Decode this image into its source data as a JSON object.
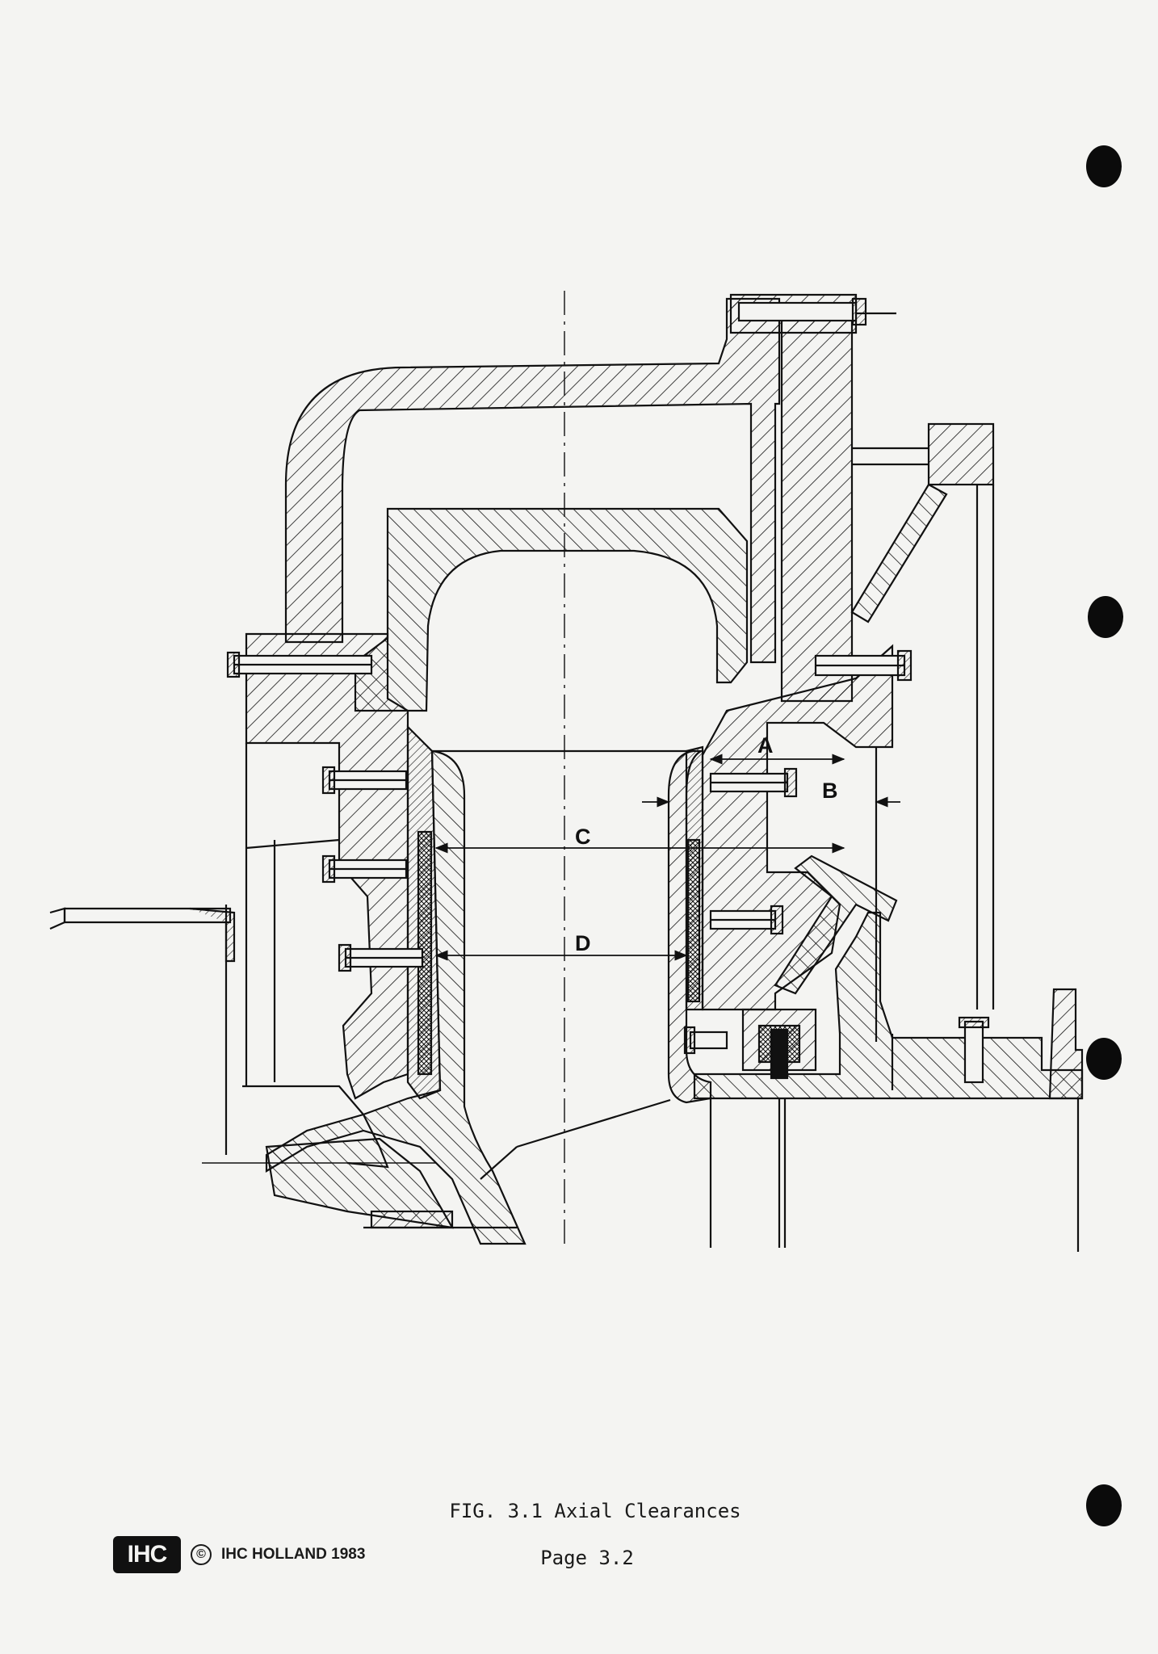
{
  "figure": {
    "caption": "FIG. 3.1 Axial Clearances",
    "dimension_labels": [
      "A",
      "B",
      "C",
      "D"
    ]
  },
  "footer": {
    "logo_text": "IHC",
    "copyright_symbol": "©",
    "copyright_text": "IHC HOLLAND 1983",
    "page": "Page 3.2"
  },
  "colors": {
    "paper": "#f4f4f2",
    "ink": "#111111"
  }
}
